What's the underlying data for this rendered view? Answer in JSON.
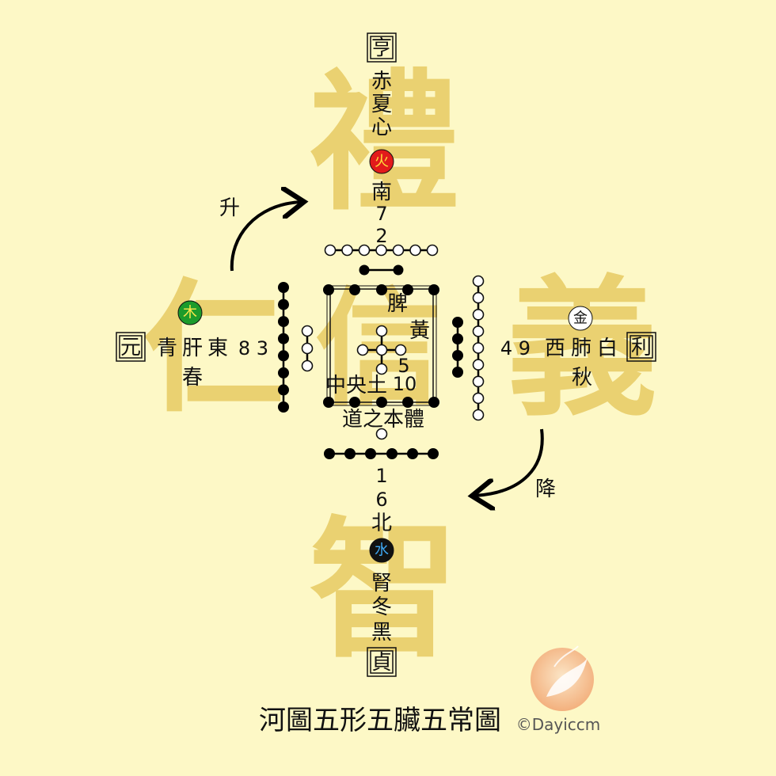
{
  "title": "河圖五形五臟五常圖",
  "copyright": "©Dayiccm",
  "virtues": {
    "north": "智",
    "south": "禮",
    "east": "仁",
    "west": "義",
    "center": "信"
  },
  "south": {
    "seal": "亨",
    "chars": [
      "赤",
      "夏",
      "心"
    ],
    "element": "火",
    "element_color": "#e21b1b",
    "element_text_color": "#ffdf3a",
    "direction": "南",
    "numbers": [
      "7",
      "2"
    ]
  },
  "north": {
    "seal": "貞",
    "numbers": [
      "1",
      "6"
    ],
    "direction": "北",
    "element": "水",
    "element_color": "#111111",
    "element_text_color": "#3fa9f5",
    "chars": [
      "腎",
      "冬",
      "黑"
    ]
  },
  "east": {
    "seal": "元",
    "element": "木",
    "element_color": "#1c9b2b",
    "element_text_color": "#ffe84a",
    "chars": [
      "青",
      "肝",
      "東"
    ],
    "season": "春",
    "numbers": "8 3"
  },
  "west": {
    "seal": "利",
    "element": "金",
    "element_color": "#ffffff",
    "element_text_color": "#111111",
    "numbers": "4 9",
    "chars": [
      "西",
      "肺",
      "白"
    ],
    "season": "秋"
  },
  "center": {
    "organ": "脾",
    "color": "黃",
    "number_five": "5",
    "number_ten": "10",
    "earth_label": "中央土",
    "dao_label": "道之本體"
  },
  "arrows": {
    "rise": "升",
    "descend": "降"
  }
}
